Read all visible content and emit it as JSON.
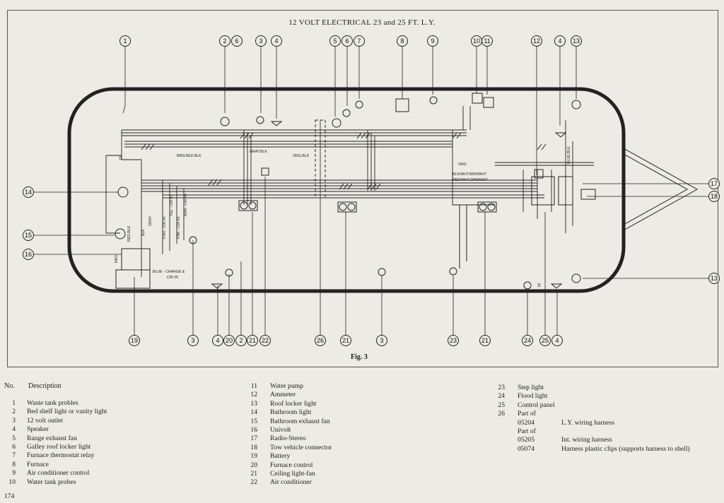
{
  "title": "12 VOLT ELECTRICAL 23 and 25 FT. L.Y.",
  "figure_label": "Fig. 3",
  "page_number": "174",
  "legend_headers": {
    "no": "No.",
    "description": "Description"
  },
  "top_callouts": [
    "1",
    "2",
    "6",
    "3",
    "4",
    "5",
    "6",
    "7",
    "8",
    "9",
    "10",
    "11",
    "12",
    "4",
    "13"
  ],
  "bottom_callouts": [
    "19",
    "3",
    "4",
    "20",
    "2",
    "21",
    "22",
    "26",
    "21",
    "3",
    "23",
    "21",
    "24",
    "25",
    "4"
  ],
  "left_callouts": [
    "14",
    "15",
    "16"
  ],
  "right_callouts": [
    "17",
    "18",
    "13"
  ],
  "wire_labels": {
    "brn_red_blk": "BRN.RED.BLK",
    "gray_blk": "GRAY.BLK",
    "org_blk": "ORG.BLK",
    "org": "ORG",
    "blk_wht_1": "BLK/WHT.BRN/WHT",
    "red_wht": "RED/WHT.GRN/WHT",
    "blue_blk": "BLUE.BLK",
    "red_blk": "RED.BLK",
    "blk": "BLK",
    "red": "RED",
    "gray": "GRAY",
    "pur": "PUR - CIR #5",
    "yel": "YEL - CIR #3",
    "pnk": "PNK - CIR #3",
    "brn": "BRN - CIR #4",
    "blue_charge": "BLUE - CHARGE &",
    "cir45": "CIR #5",
    "s_left": "S",
    "s_right": "S"
  },
  "legend": {
    "col1": [
      {
        "no": "1",
        "desc": "Waste tank probles"
      },
      {
        "no": "2",
        "desc": "Bed shelf light or vanity light"
      },
      {
        "no": "3",
        "desc": "12 volt outlet"
      },
      {
        "no": "4",
        "desc": "Speaker"
      },
      {
        "no": "5",
        "desc": "Range exhaust fan"
      },
      {
        "no": "6",
        "desc": "Galley roof locker light"
      },
      {
        "no": "7",
        "desc": "Furnace thermostat relay"
      },
      {
        "no": "8",
        "desc": "Furnace"
      },
      {
        "no": "9",
        "desc": "Air conditioner control"
      },
      {
        "no": "10",
        "desc": "Water tank probes"
      }
    ],
    "col2": [
      {
        "no": "11",
        "desc": "Water pump"
      },
      {
        "no": "12",
        "desc": "Ammeter"
      },
      {
        "no": "13",
        "desc": "Roof locker light"
      },
      {
        "no": "14",
        "desc": "Bathroom light"
      },
      {
        "no": "15",
        "desc": "Bathroom exhaust fan"
      },
      {
        "no": "16",
        "desc": "Univolt"
      },
      {
        "no": "17",
        "desc": "Radio-Stereo"
      },
      {
        "no": "18",
        "desc": "Tow vehicle connector"
      },
      {
        "no": "19",
        "desc": "Battery"
      },
      {
        "no": "20",
        "desc": "Furnace control"
      },
      {
        "no": "21",
        "desc": "Ceiling light-fan"
      },
      {
        "no": "22",
        "desc": "Air conditioner"
      }
    ],
    "col3": [
      {
        "no": "23",
        "desc": "Step light"
      },
      {
        "no": "24",
        "desc": "Flood light"
      },
      {
        "no": "25",
        "desc": "Control panel"
      },
      {
        "no": "26",
        "desc": "Part of"
      },
      {
        "no": "",
        "desc": "05204",
        "extra": "L.Y. wiring harness"
      },
      {
        "no": "",
        "desc": "Part of"
      },
      {
        "no": "",
        "desc": "05205",
        "extra": "Int. wiring harness"
      },
      {
        "no": "",
        "desc": "05074",
        "extra": "Harness plastic clips (supports harness to shell)"
      }
    ]
  }
}
